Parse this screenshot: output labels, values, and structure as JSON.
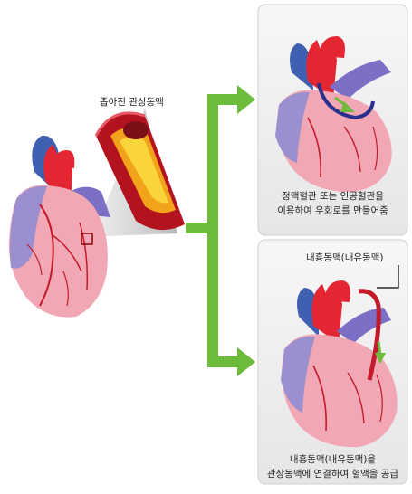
{
  "labels": {
    "narrowed_artery": "좁아진 관상동맥",
    "top_caption_line1": "정맥혈관 또는 인공혈관을",
    "top_caption_line2": "이용하여 우회로를 만들어줌",
    "mammary_artery": "내흉동맥(내유동맥)",
    "bottom_caption_line1": "내흉동맥(내유동맥)을",
    "bottom_caption_line2": "관상동맥에 연결하여 혈액을 공급"
  },
  "colors": {
    "arrow_green": "#6dbb3a",
    "panel_bg": "#efefef",
    "heart_pink": "#f1a7b4",
    "heart_purple": "#9c8fd0",
    "aorta_red": "#e32631",
    "vessel_red": "#c41a2a",
    "plaque_yellow": "#f6c21d"
  }
}
